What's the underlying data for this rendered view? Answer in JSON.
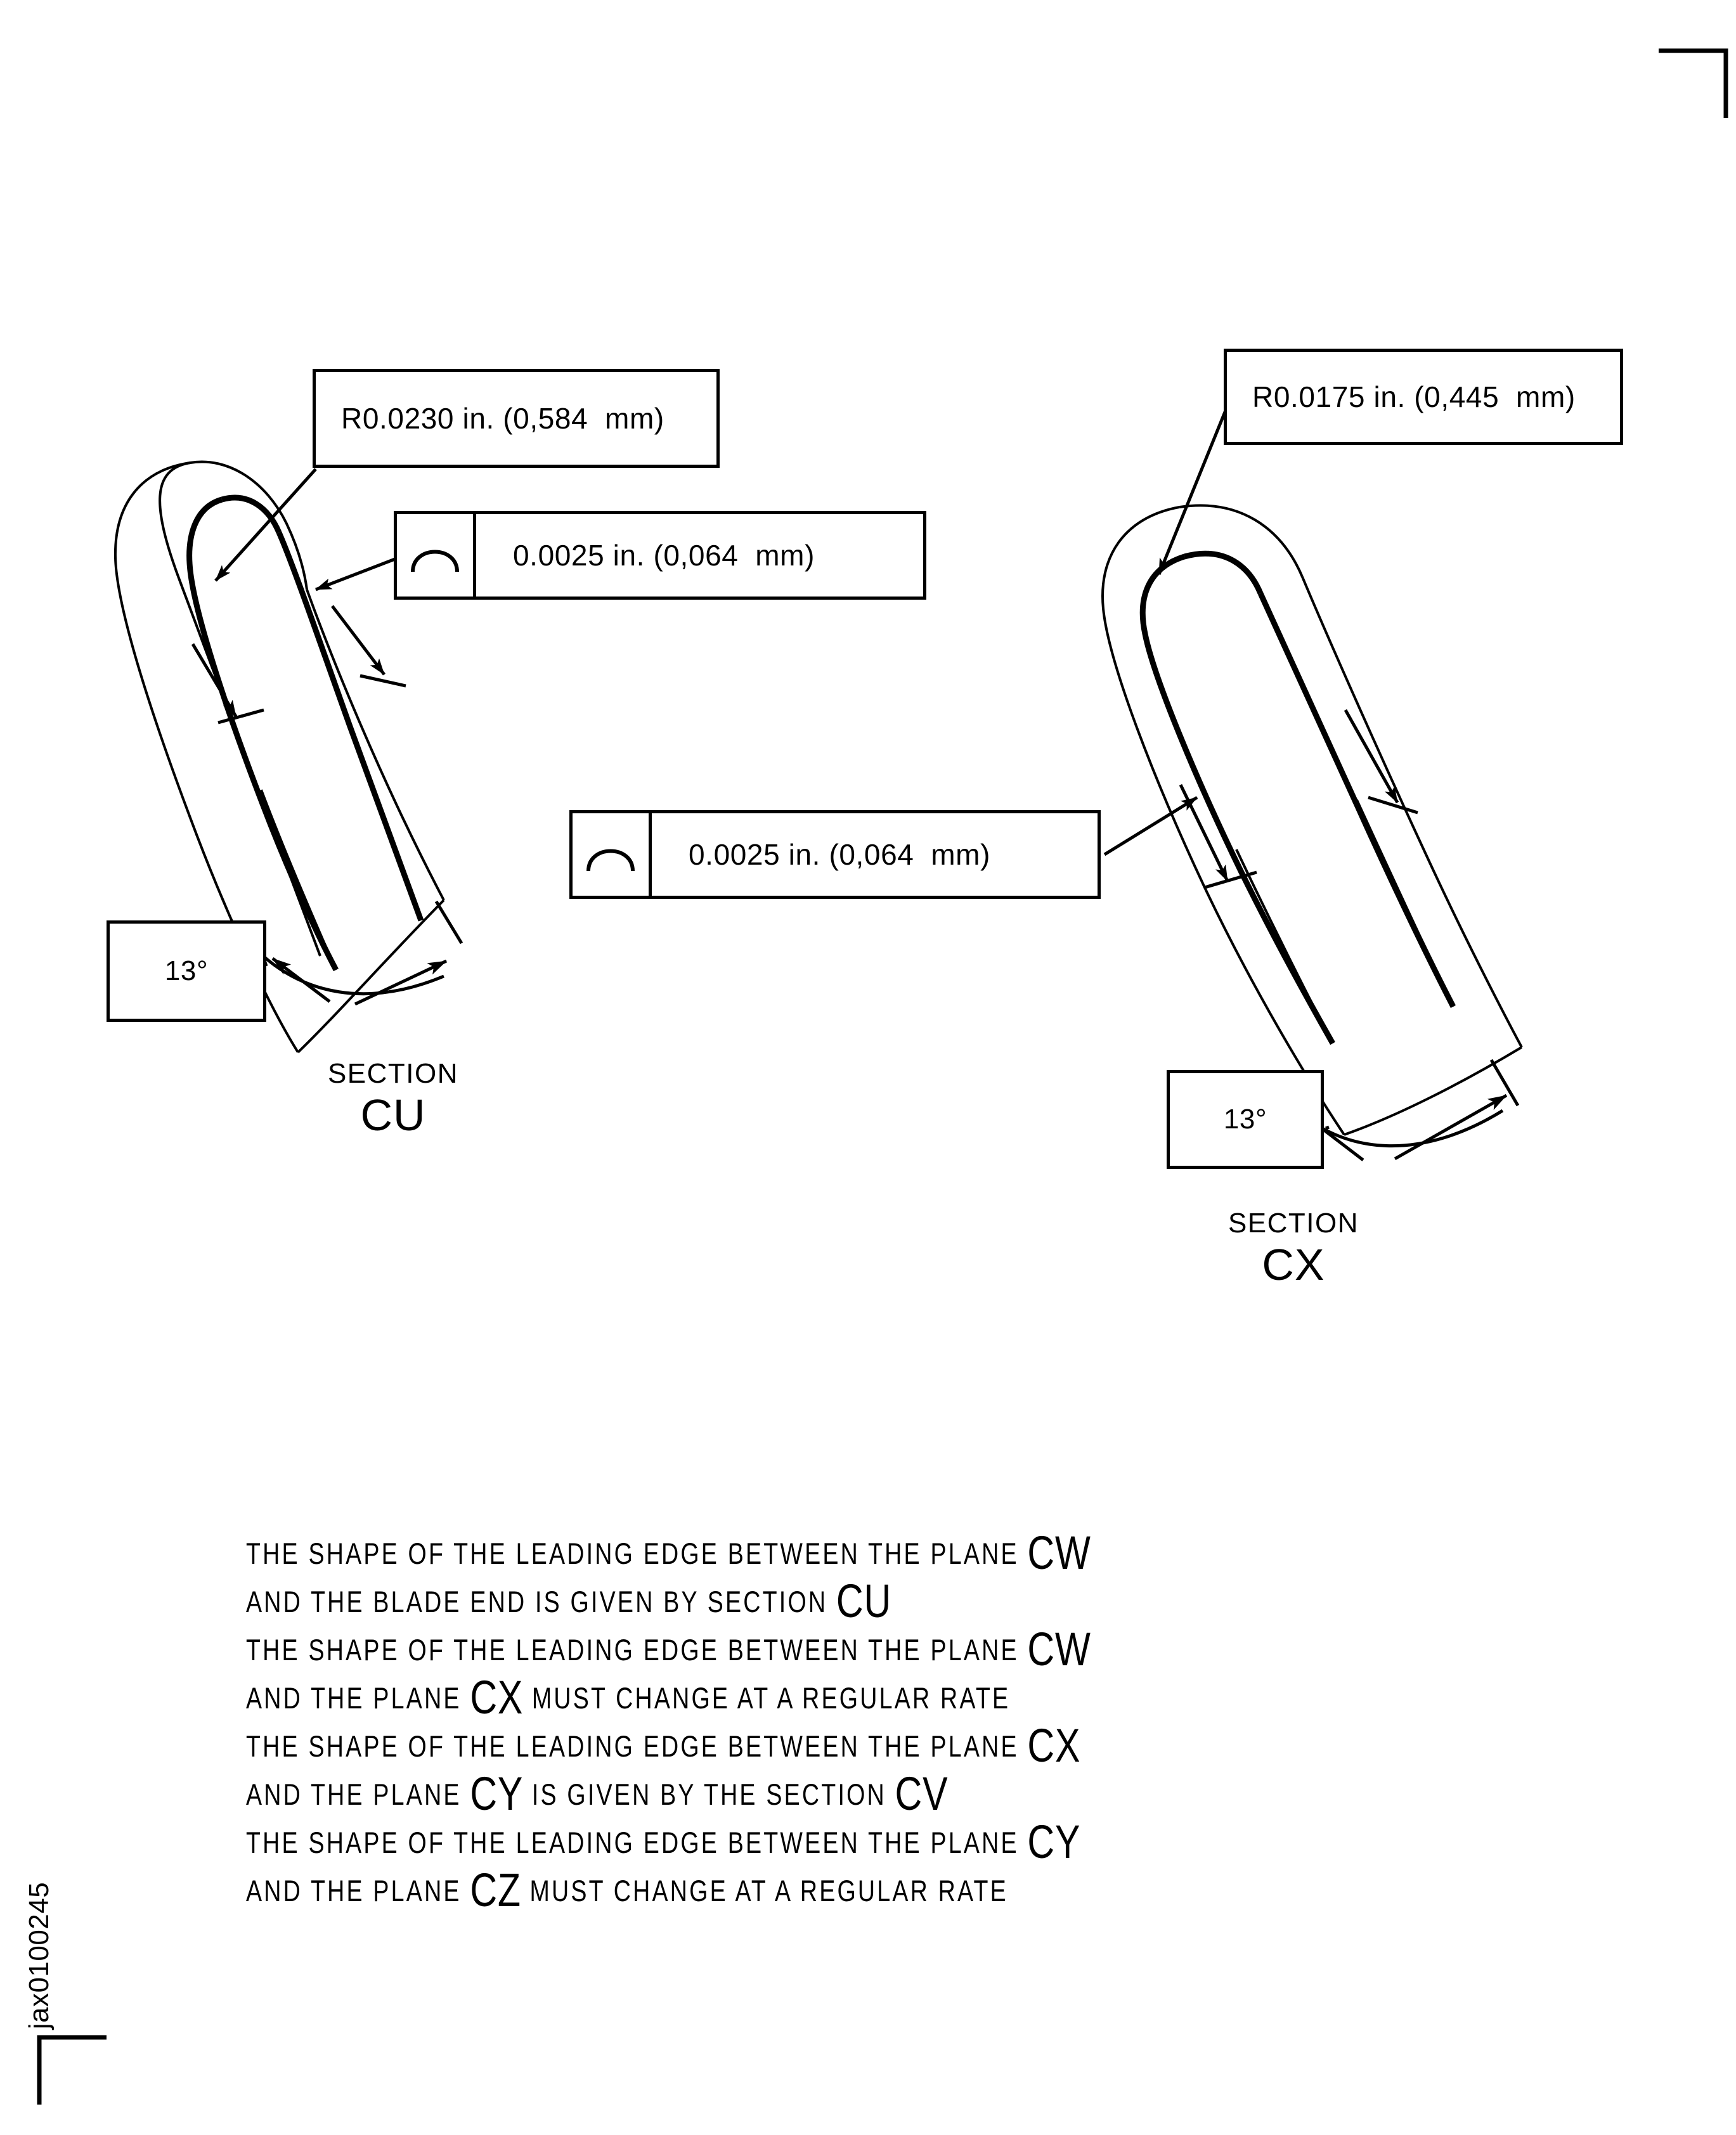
{
  "sheet": {
    "drawing_id": "jax0100245",
    "background": "#ffffff",
    "ink": "#000000"
  },
  "callouts": {
    "radius_cu": {
      "text": "R0.0230 in. (0,584  mm)"
    },
    "radius_cx": {
      "text": "R0.0175 in. (0,445  mm)"
    },
    "profile_cu": {
      "symbol": "profile-of-a-line-icon",
      "text": "0.0025 in. (0,064  mm)"
    },
    "profile_cx": {
      "symbol": "profile-of-a-line-icon",
      "text": "0.0025 in. (0,064  mm)"
    },
    "angle_cu": {
      "text": "13°"
    },
    "angle_cx": {
      "text": "13°"
    }
  },
  "sections": {
    "cu": {
      "word": "SECTION",
      "code": "CU"
    },
    "cx": {
      "word": "SECTION",
      "code": "CX"
    }
  },
  "notes": [
    {
      "lead": "THE SHAPE OF THE LEADING EDGE BETWEEN THE PLANE ",
      "big1": "CW",
      "mid": "",
      "big2": "",
      "tail": ""
    },
    {
      "lead": "AND THE BLADE END IS GIVEN BY SECTION ",
      "big1": "CU",
      "mid": "",
      "big2": "",
      "tail": ""
    },
    {
      "lead": "THE SHAPE OF THE LEADING EDGE BETWEEN THE PLANE ",
      "big1": "CW",
      "mid": "",
      "big2": "",
      "tail": ""
    },
    {
      "lead": "AND THE PLANE ",
      "big1": "CX",
      "mid": "  MUST CHANGE AT A REGULAR RATE",
      "big2": "",
      "tail": ""
    },
    {
      "lead": "THE SHAPE OF THE LEADING EDGE BETWEEN THE PLANE ",
      "big1": "CX",
      "mid": "",
      "big2": "",
      "tail": ""
    },
    {
      "lead": "AND THE PLANE ",
      "big1": "CY",
      "mid": "  IS GIVEN BY THE SECTION ",
      "big2": "CV",
      "tail": ""
    },
    {
      "lead": "THE SHAPE OF THE LEADING EDGE BETWEEN THE PLANE ",
      "big1": "CY",
      "mid": "",
      "big2": "",
      "tail": ""
    },
    {
      "lead": "AND THE PLANE ",
      "big1": "CZ",
      "mid": "  MUST CHANGE AT A REGULAR RATE",
      "big2": "",
      "tail": ""
    }
  ]
}
